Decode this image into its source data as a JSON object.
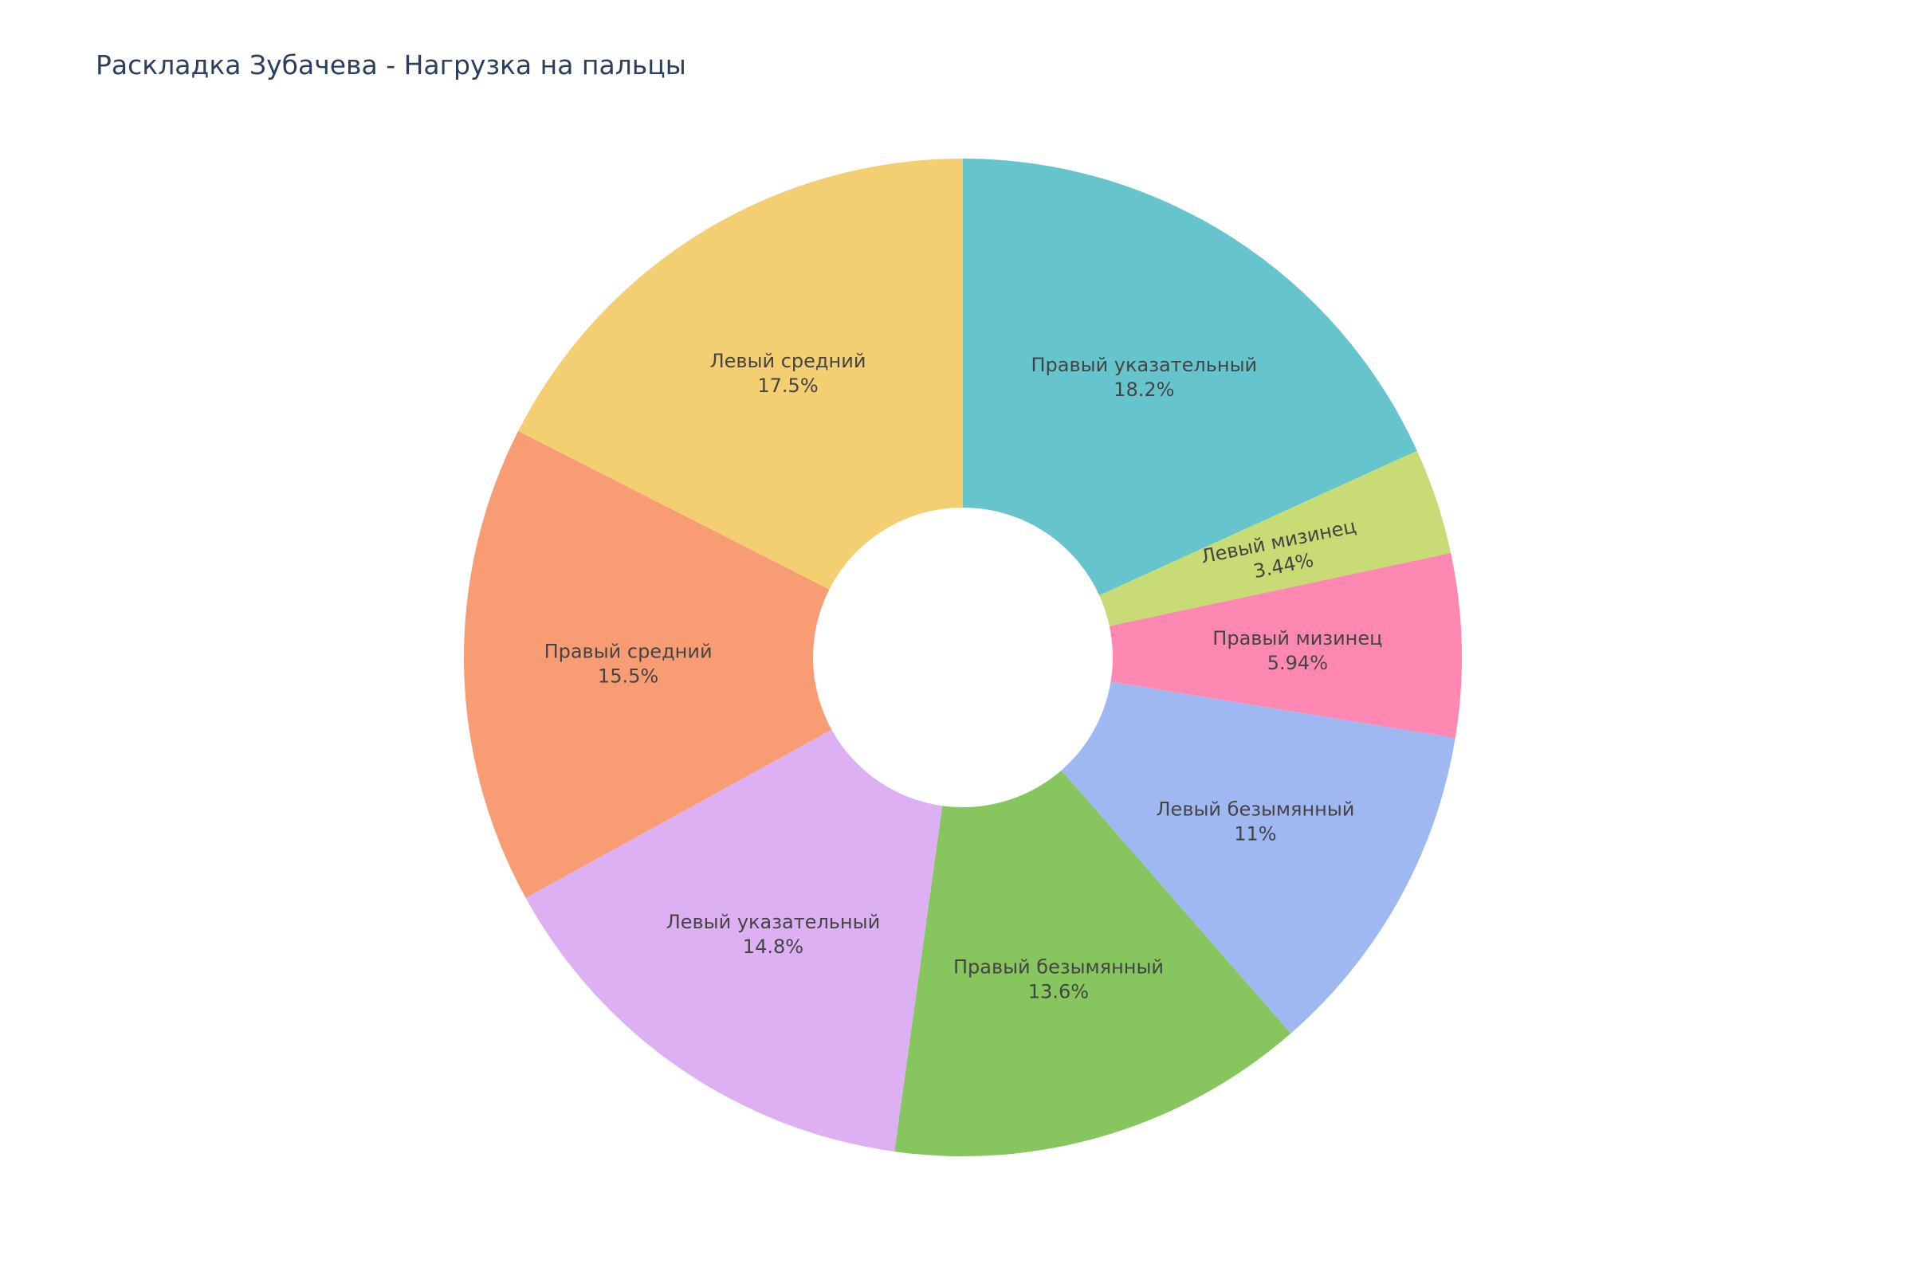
{
  "chart_data": {
    "type": "pie",
    "hole": true,
    "title": "Раскладка Зубачева - Нагрузка на пальцы",
    "slices": [
      {
        "label": "Правый указательный",
        "value": 18.2,
        "text": "18.2%",
        "color": "#66c5cc"
      },
      {
        "label": "Левый мизинец",
        "value": 3.44,
        "text": "3.44%",
        "color": "#c9db74"
      },
      {
        "label": "Правый мизинец",
        "value": 5.94,
        "text": "5.94%",
        "color": "#fe88b1"
      },
      {
        "label": "Левый безымянный",
        "value": 11,
        "text": "11%",
        "color": "#a0b8f2"
      },
      {
        "label": "Правый безымянный",
        "value": 13.6,
        "text": "13.6%",
        "color": "#87c55f"
      },
      {
        "label": "Левый указательный",
        "value": 14.8,
        "text": "14.8%",
        "color": "#dcb0f2"
      },
      {
        "label": "Правый средний",
        "value": 15.5,
        "text": "15.5%",
        "color": "#f89c74"
      },
      {
        "label": "Левый средний",
        "value": 17.5,
        "text": "17.5%",
        "color": "#f4cf71"
      }
    ],
    "direction": "clockwise",
    "start_angle": "top"
  }
}
